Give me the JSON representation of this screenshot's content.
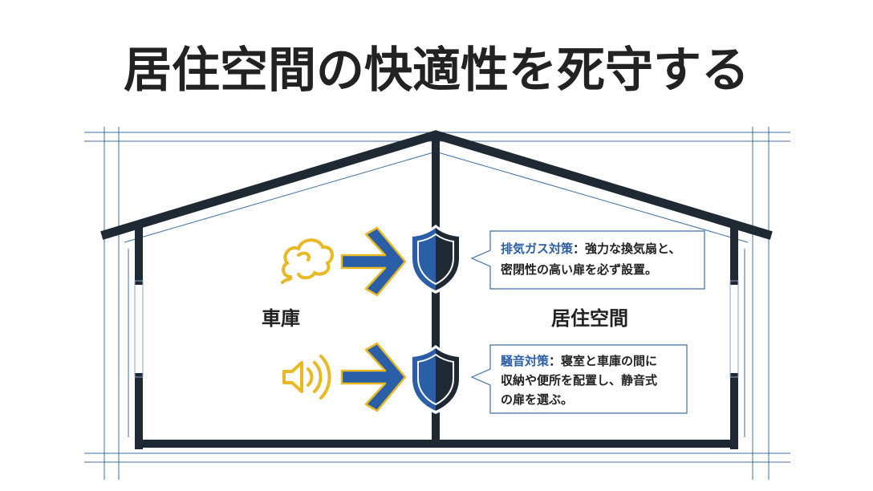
{
  "title": "居住空間の快適性を死守する",
  "rooms": {
    "garage": "車庫",
    "living": "居住空間"
  },
  "callouts": [
    {
      "key": "排気ガス対策",
      "lines": [
        "：強力な換気扇と、",
        "密閉性の高い扉を必ず設置。"
      ]
    },
    {
      "key": "騒音対策",
      "lines": [
        "：寝室と車庫の間に",
        "収納や便所を配置し、静音式",
        "の扉を選ぶ。"
      ]
    }
  ],
  "icons": [
    "exhaust-smoke-icon",
    "speaker-noise-icon",
    "arrow-right-icon",
    "shield-icon"
  ],
  "colors": {
    "dark": "#1f2933",
    "blue": "#2a5fa8",
    "yellow": "#e8b923",
    "line": "#3d6fa6"
  }
}
